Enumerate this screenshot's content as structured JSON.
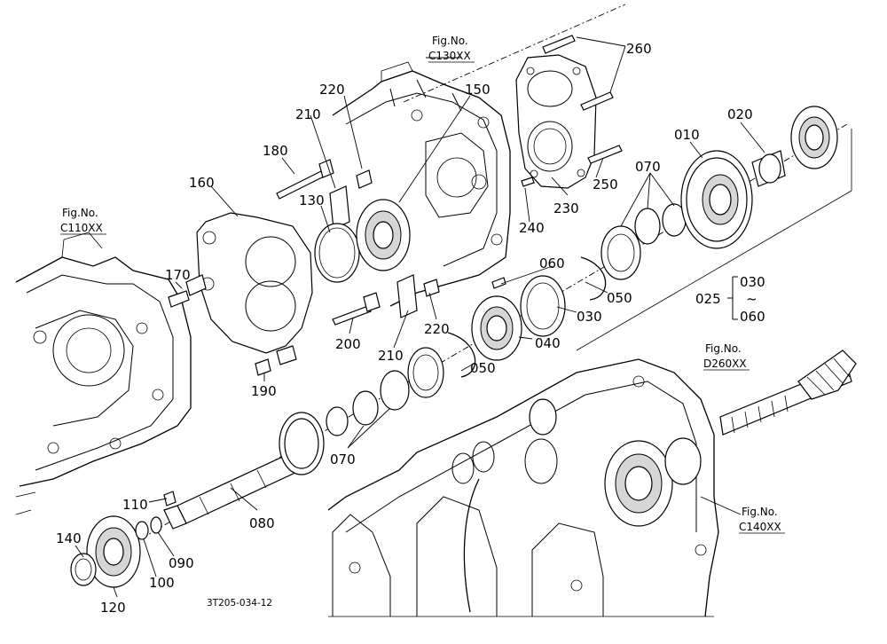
{
  "diagram_code": "3T205-034-12",
  "figure_refs": [
    {
      "line1": "Fig.No.",
      "line2": "C130XX"
    },
    {
      "line1": "Fig.No.",
      "line2": "C110XX"
    },
    {
      "line1": "Fig.No.",
      "line2": "D260XX"
    },
    {
      "line1": "Fig.No.",
      "line2": "C140XX"
    }
  ],
  "part_labels": [
    "260",
    "220",
    "150",
    "210",
    "180",
    "160",
    "130",
    "020",
    "010",
    "070",
    "250",
    "230",
    "240",
    "170",
    "060",
    "050",
    "200",
    "220",
    "030",
    "210",
    "040",
    "050",
    "190",
    "070",
    "110",
    "080",
    "140",
    "090",
    "100",
    "120"
  ],
  "range_note": {
    "start": "025",
    "from": "030",
    "tilde": "~",
    "to": "060"
  }
}
